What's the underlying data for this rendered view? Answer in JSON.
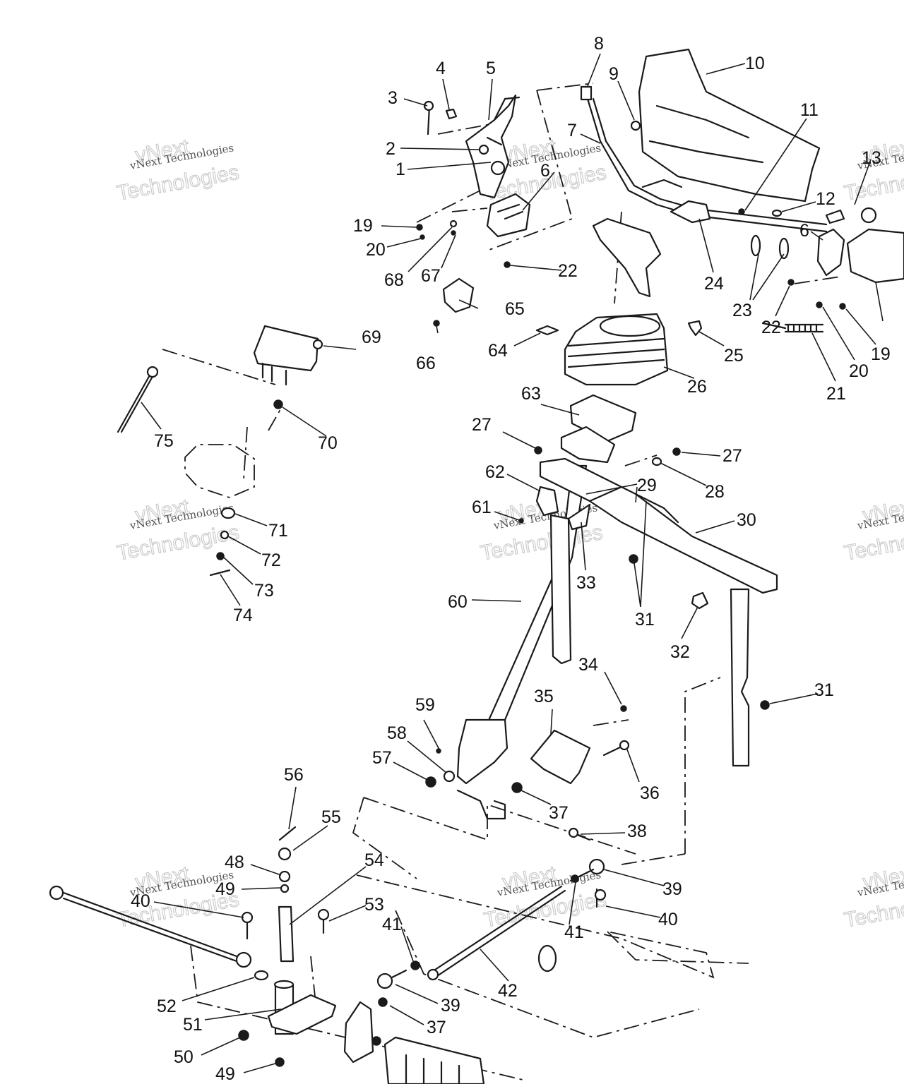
{
  "watermark": {
    "line1": "vNext Technologies",
    "line2": "Technologies",
    "brand": "vNext"
  },
  "callouts": [
    {
      "id": "c1",
      "text": "1"
    },
    {
      "id": "c2",
      "text": "2"
    },
    {
      "id": "c3",
      "text": "3"
    },
    {
      "id": "c4",
      "text": "4"
    },
    {
      "id": "c5",
      "text": "5"
    },
    {
      "id": "c6a",
      "text": "6"
    },
    {
      "id": "c6b",
      "text": "6"
    },
    {
      "id": "c7",
      "text": "7"
    },
    {
      "id": "c8",
      "text": "8"
    },
    {
      "id": "c9",
      "text": "9"
    },
    {
      "id": "c10",
      "text": "10"
    },
    {
      "id": "c11",
      "text": "11"
    },
    {
      "id": "c12",
      "text": "12"
    },
    {
      "id": "c13",
      "text": "13"
    },
    {
      "id": "c19a",
      "text": "19"
    },
    {
      "id": "c19b",
      "text": "19"
    },
    {
      "id": "c20a",
      "text": "20"
    },
    {
      "id": "c20b",
      "text": "20"
    },
    {
      "id": "c21",
      "text": "21"
    },
    {
      "id": "c22a",
      "text": "22"
    },
    {
      "id": "c22b",
      "text": "22"
    },
    {
      "id": "c23",
      "text": "23"
    },
    {
      "id": "c24",
      "text": "24"
    },
    {
      "id": "c25",
      "text": "25"
    },
    {
      "id": "c26",
      "text": "26"
    },
    {
      "id": "c27a",
      "text": "27"
    },
    {
      "id": "c27b",
      "text": "27"
    },
    {
      "id": "c28",
      "text": "28"
    },
    {
      "id": "c29",
      "text": "29"
    },
    {
      "id": "c30",
      "text": "30"
    },
    {
      "id": "c31a",
      "text": "31"
    },
    {
      "id": "c31b",
      "text": "31"
    },
    {
      "id": "c32",
      "text": "32"
    },
    {
      "id": "c33",
      "text": "33"
    },
    {
      "id": "c34",
      "text": "34"
    },
    {
      "id": "c35",
      "text": "35"
    },
    {
      "id": "c36",
      "text": "36"
    },
    {
      "id": "c37a",
      "text": "37"
    },
    {
      "id": "c37b",
      "text": "37"
    },
    {
      "id": "c38",
      "text": "38"
    },
    {
      "id": "c39a",
      "text": "39"
    },
    {
      "id": "c39b",
      "text": "39"
    },
    {
      "id": "c40a",
      "text": "40"
    },
    {
      "id": "c40b",
      "text": "40"
    },
    {
      "id": "c41a",
      "text": "41"
    },
    {
      "id": "c41b",
      "text": "41"
    },
    {
      "id": "c42",
      "text": "42"
    },
    {
      "id": "c48",
      "text": "48"
    },
    {
      "id": "c49a",
      "text": "49"
    },
    {
      "id": "c49b",
      "text": "49"
    },
    {
      "id": "c50",
      "text": "50"
    },
    {
      "id": "c51",
      "text": "51"
    },
    {
      "id": "c52",
      "text": "52"
    },
    {
      "id": "c53",
      "text": "53"
    },
    {
      "id": "c54",
      "text": "54"
    },
    {
      "id": "c55",
      "text": "55"
    },
    {
      "id": "c56",
      "text": "56"
    },
    {
      "id": "c57",
      "text": "57"
    },
    {
      "id": "c58",
      "text": "58"
    },
    {
      "id": "c59",
      "text": "59"
    },
    {
      "id": "c60",
      "text": "60"
    },
    {
      "id": "c61",
      "text": "61"
    },
    {
      "id": "c62",
      "text": "62"
    },
    {
      "id": "c63",
      "text": "63"
    },
    {
      "id": "c64",
      "text": "64"
    },
    {
      "id": "c65",
      "text": "65"
    },
    {
      "id": "c66",
      "text": "66"
    },
    {
      "id": "c67",
      "text": "67"
    },
    {
      "id": "c68",
      "text": "68"
    },
    {
      "id": "c69",
      "text": "69"
    },
    {
      "id": "c70",
      "text": "70"
    },
    {
      "id": "c71",
      "text": "71"
    },
    {
      "id": "c72",
      "text": "72"
    },
    {
      "id": "c73",
      "text": "73"
    },
    {
      "id": "c74",
      "text": "74"
    },
    {
      "id": "c75",
      "text": "75"
    }
  ]
}
